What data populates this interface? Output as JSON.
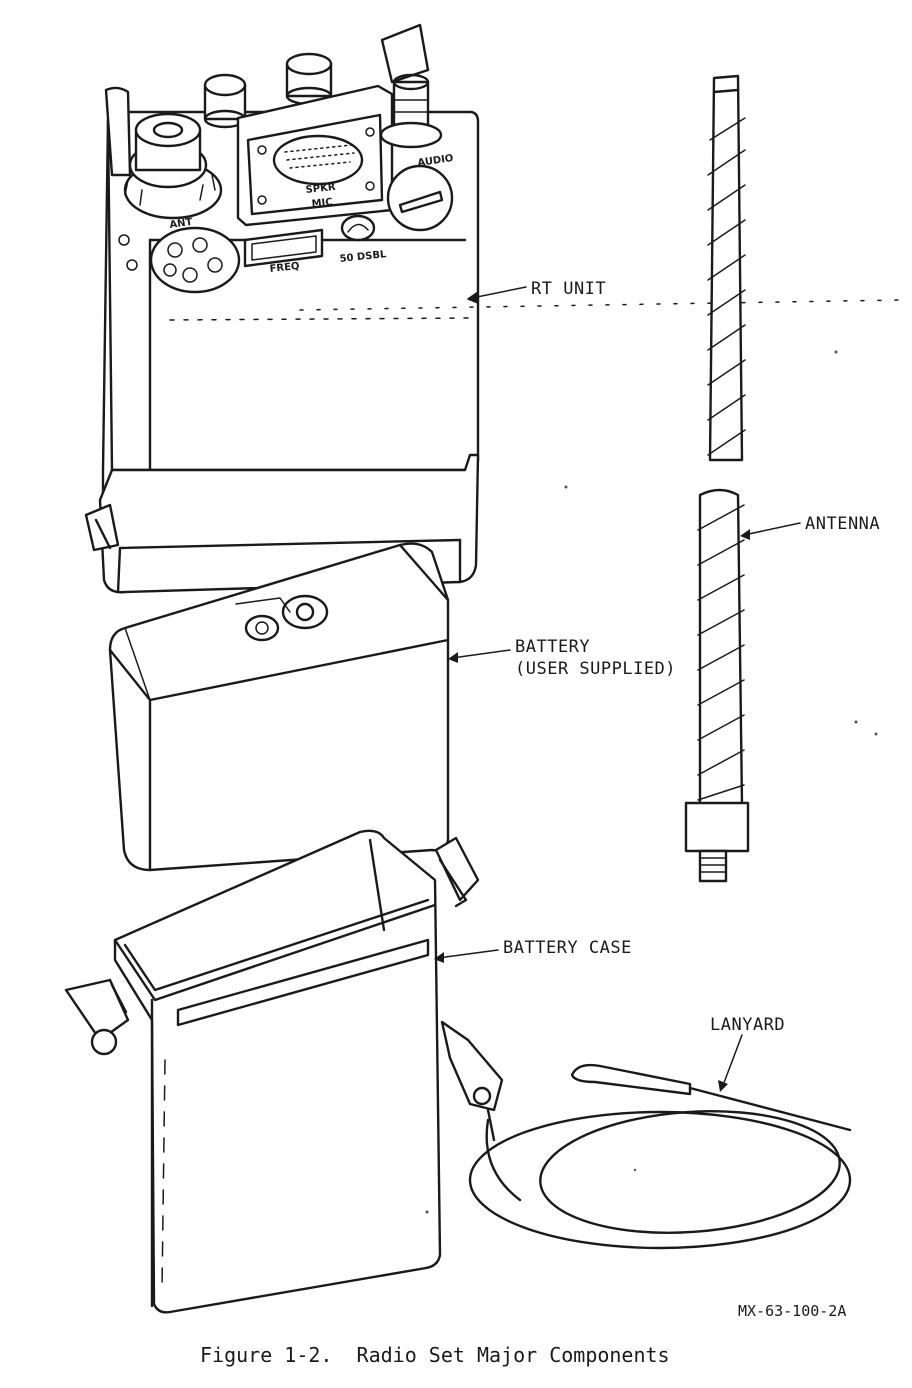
{
  "figure": {
    "caption": "Figure 1-2.  Radio Set Major Components",
    "reference_code": "MX-63-100-2A"
  },
  "callouts": {
    "rt_unit": "RT UNIT",
    "antenna": "ANTENNA",
    "battery_line1": "BATTERY",
    "battery_line2": "(USER SUPPLIED)",
    "battery_case": "BATTERY CASE",
    "lanyard": "LANYARD"
  },
  "panel_labels": {
    "ant": "ANT",
    "freq": "FREQ",
    "spkr": "SPKR",
    "mic": "MIC",
    "audio": "AUDIO",
    "dsbl": "50 DSBL"
  }
}
